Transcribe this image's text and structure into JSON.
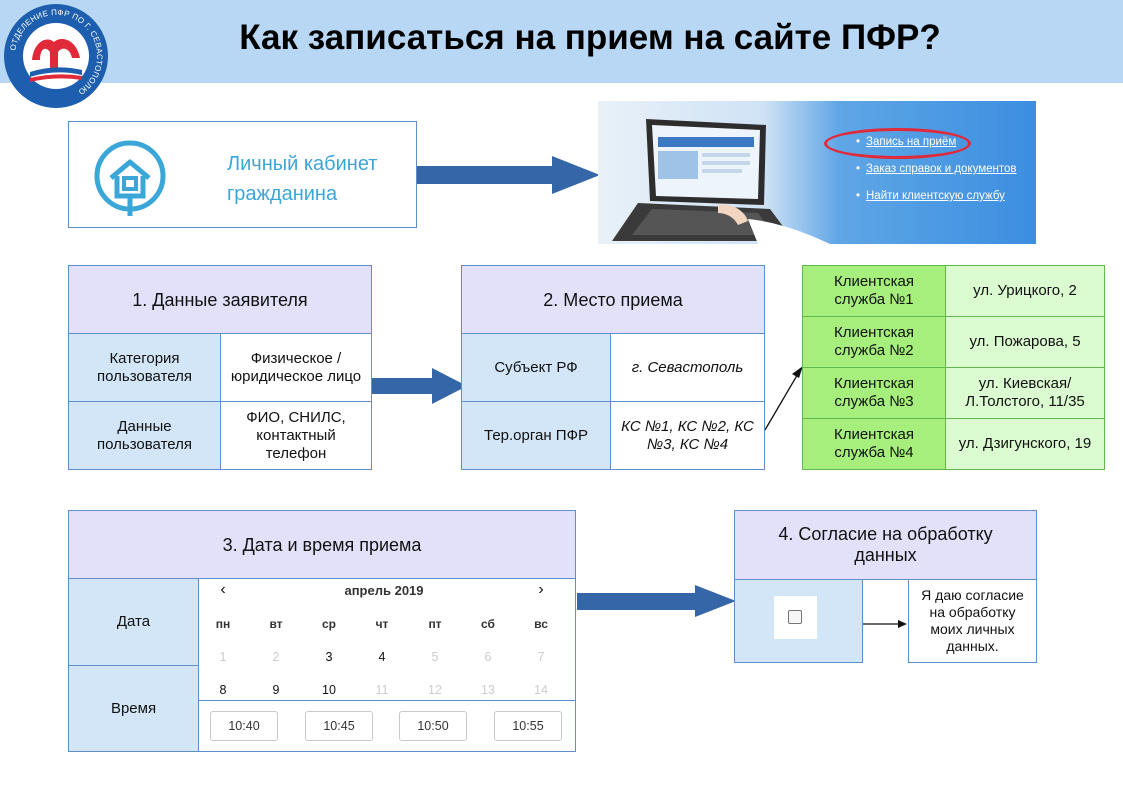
{
  "header": {
    "title": "Как записаться на прием на сайте ПФР?",
    "logo_text": "ОТДЕЛЕНИЕ ПФР ПО Г. СЕВАСТОПОЛЮ",
    "colors": {
      "band": "#b8d7f4",
      "logo_blue": "#1d5fae",
      "logo_red": "#e02a3a"
    }
  },
  "cabinet": {
    "label_line1": "Личный кабинет",
    "label_line2": "гражданина",
    "icon": "home-icon"
  },
  "site": {
    "links": [
      "Запись на приём",
      "Заказ справок и документов",
      "Найти клиентскую службу"
    ]
  },
  "step1": {
    "title": "1. Данные заявителя",
    "rows": [
      {
        "label": "Категория пользователя",
        "value": "Физическое / юридическое лицо"
      },
      {
        "label": "Данные пользователя",
        "value": "ФИО, СНИЛС, контактный телефон"
      }
    ]
  },
  "step2": {
    "title": "2. Место приема",
    "rows": [
      {
        "label": "Субъект РФ",
        "value": "г. Севастополь"
      },
      {
        "label": "Тер.орган ПФР",
        "value": "КС №1, КС №2, КС №3, КС №4"
      }
    ]
  },
  "services": [
    {
      "name": "Клиентская служба №1",
      "address": "ул. Урицкого, 2"
    },
    {
      "name": "Клиентская служба №2",
      "address": "ул. Пожарова, 5"
    },
    {
      "name": "Клиентская служба №3",
      "address": "ул. Киевская/ Л.Толстого, 11/35"
    },
    {
      "name": "Клиентская служба №4",
      "address": "ул. Дзигунского, 19"
    }
  ],
  "step3": {
    "title": "3. Дата и время приема",
    "date_label": "Дата",
    "time_label": "Время",
    "calendar": {
      "month": "апрель 2019",
      "prev": "‹",
      "next": "›",
      "weekdays": [
        "пн",
        "вт",
        "ср",
        "чт",
        "пт",
        "сб",
        "вс"
      ],
      "row1": [
        "1",
        "2",
        "3",
        "4",
        "5",
        "6",
        "7"
      ],
      "row1_active": [
        false,
        false,
        true,
        true,
        false,
        false,
        false
      ],
      "row2": [
        "8",
        "9",
        "10",
        "11",
        "12",
        "13",
        "14"
      ],
      "row2_active": [
        true,
        true,
        true,
        false,
        false,
        false,
        false
      ]
    },
    "times": [
      "10:40",
      "10:45",
      "10:50",
      "10:55"
    ]
  },
  "step4": {
    "title": "4. Согласие на обработку данных",
    "consent_text": "Я даю согласие на обработку моих личных данных.",
    "checked": false
  }
}
